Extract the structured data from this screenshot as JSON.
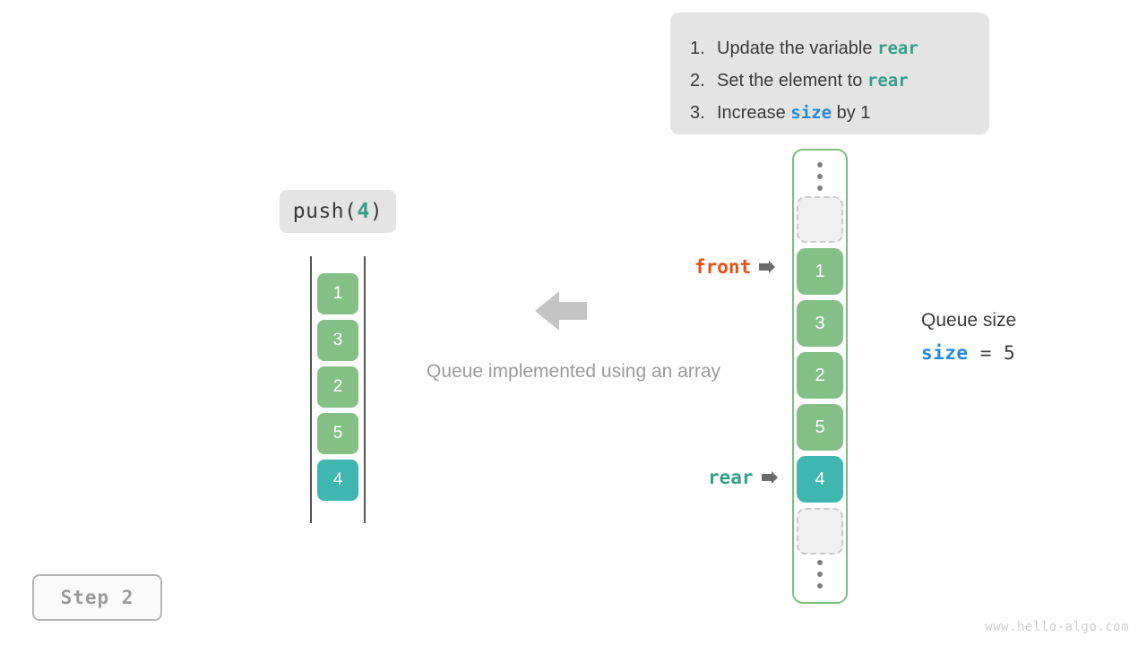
{
  "instructions": {
    "items": [
      {
        "num": "1.",
        "pre": "Update the variable ",
        "code": "rear",
        "code_color": "teal",
        "post": ""
      },
      {
        "num": "2.",
        "pre": "Set the element to ",
        "code": "rear",
        "code_color": "teal",
        "post": ""
      },
      {
        "num": "3.",
        "pre": "Increase ",
        "code": "size",
        "code_color": "blue",
        "post": " by 1"
      }
    ]
  },
  "operation": {
    "prefix": "push(",
    "arg": "4",
    "suffix": ")"
  },
  "left_array": {
    "cells": [
      {
        "value": "1",
        "color": "green"
      },
      {
        "value": "3",
        "color": "green"
      },
      {
        "value": "2",
        "color": "green"
      },
      {
        "value": "5",
        "color": "green"
      },
      {
        "value": "4",
        "color": "teal"
      }
    ]
  },
  "caption": "Queue implemented using an array",
  "right_column": {
    "cells": [
      {
        "value": "1",
        "color": "green"
      },
      {
        "value": "3",
        "color": "green"
      },
      {
        "value": "2",
        "color": "green"
      },
      {
        "value": "5",
        "color": "green"
      },
      {
        "value": "4",
        "color": "teal"
      }
    ]
  },
  "pointers": {
    "front": {
      "label": "front",
      "arrow": "➤"
    },
    "rear": {
      "label": "rear",
      "arrow": "➤"
    }
  },
  "queue_size": {
    "title": "Queue size",
    "var": "size",
    "operator": " = ",
    "value": "5"
  },
  "step_badge": "Step 2",
  "watermark": "www.hello-algo.com",
  "colors": {
    "green": "#84c085",
    "teal": "#3fb6b0",
    "front": "#e8500f",
    "rear": "#31a08a",
    "size": "#1e88e5",
    "panel_bg": "#e4e4e4",
    "border_green": "#7cbf80"
  }
}
